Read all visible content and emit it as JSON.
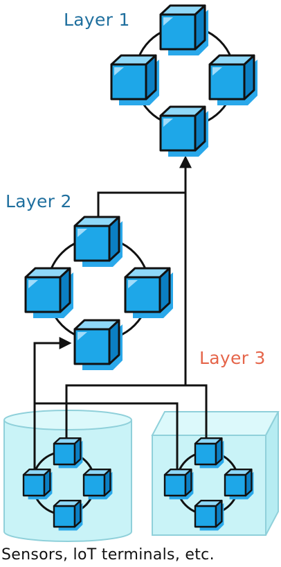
{
  "labels": {
    "layer1": "Layer 1",
    "layer2": "Layer 2",
    "layer3": "Layer 3",
    "caption": "Sensors, loT terminals, etc."
  },
  "colors": {
    "layer_title": "#1f6f9e",
    "layer3_title": "#e5654a",
    "cube_front": "#1ea7e8",
    "cube_top": "#8fd8f8",
    "cube_side": "#0b7fc3",
    "container_fill": "#c9f3f7",
    "container_edge": "#8fd0da",
    "line": "#111111"
  }
}
